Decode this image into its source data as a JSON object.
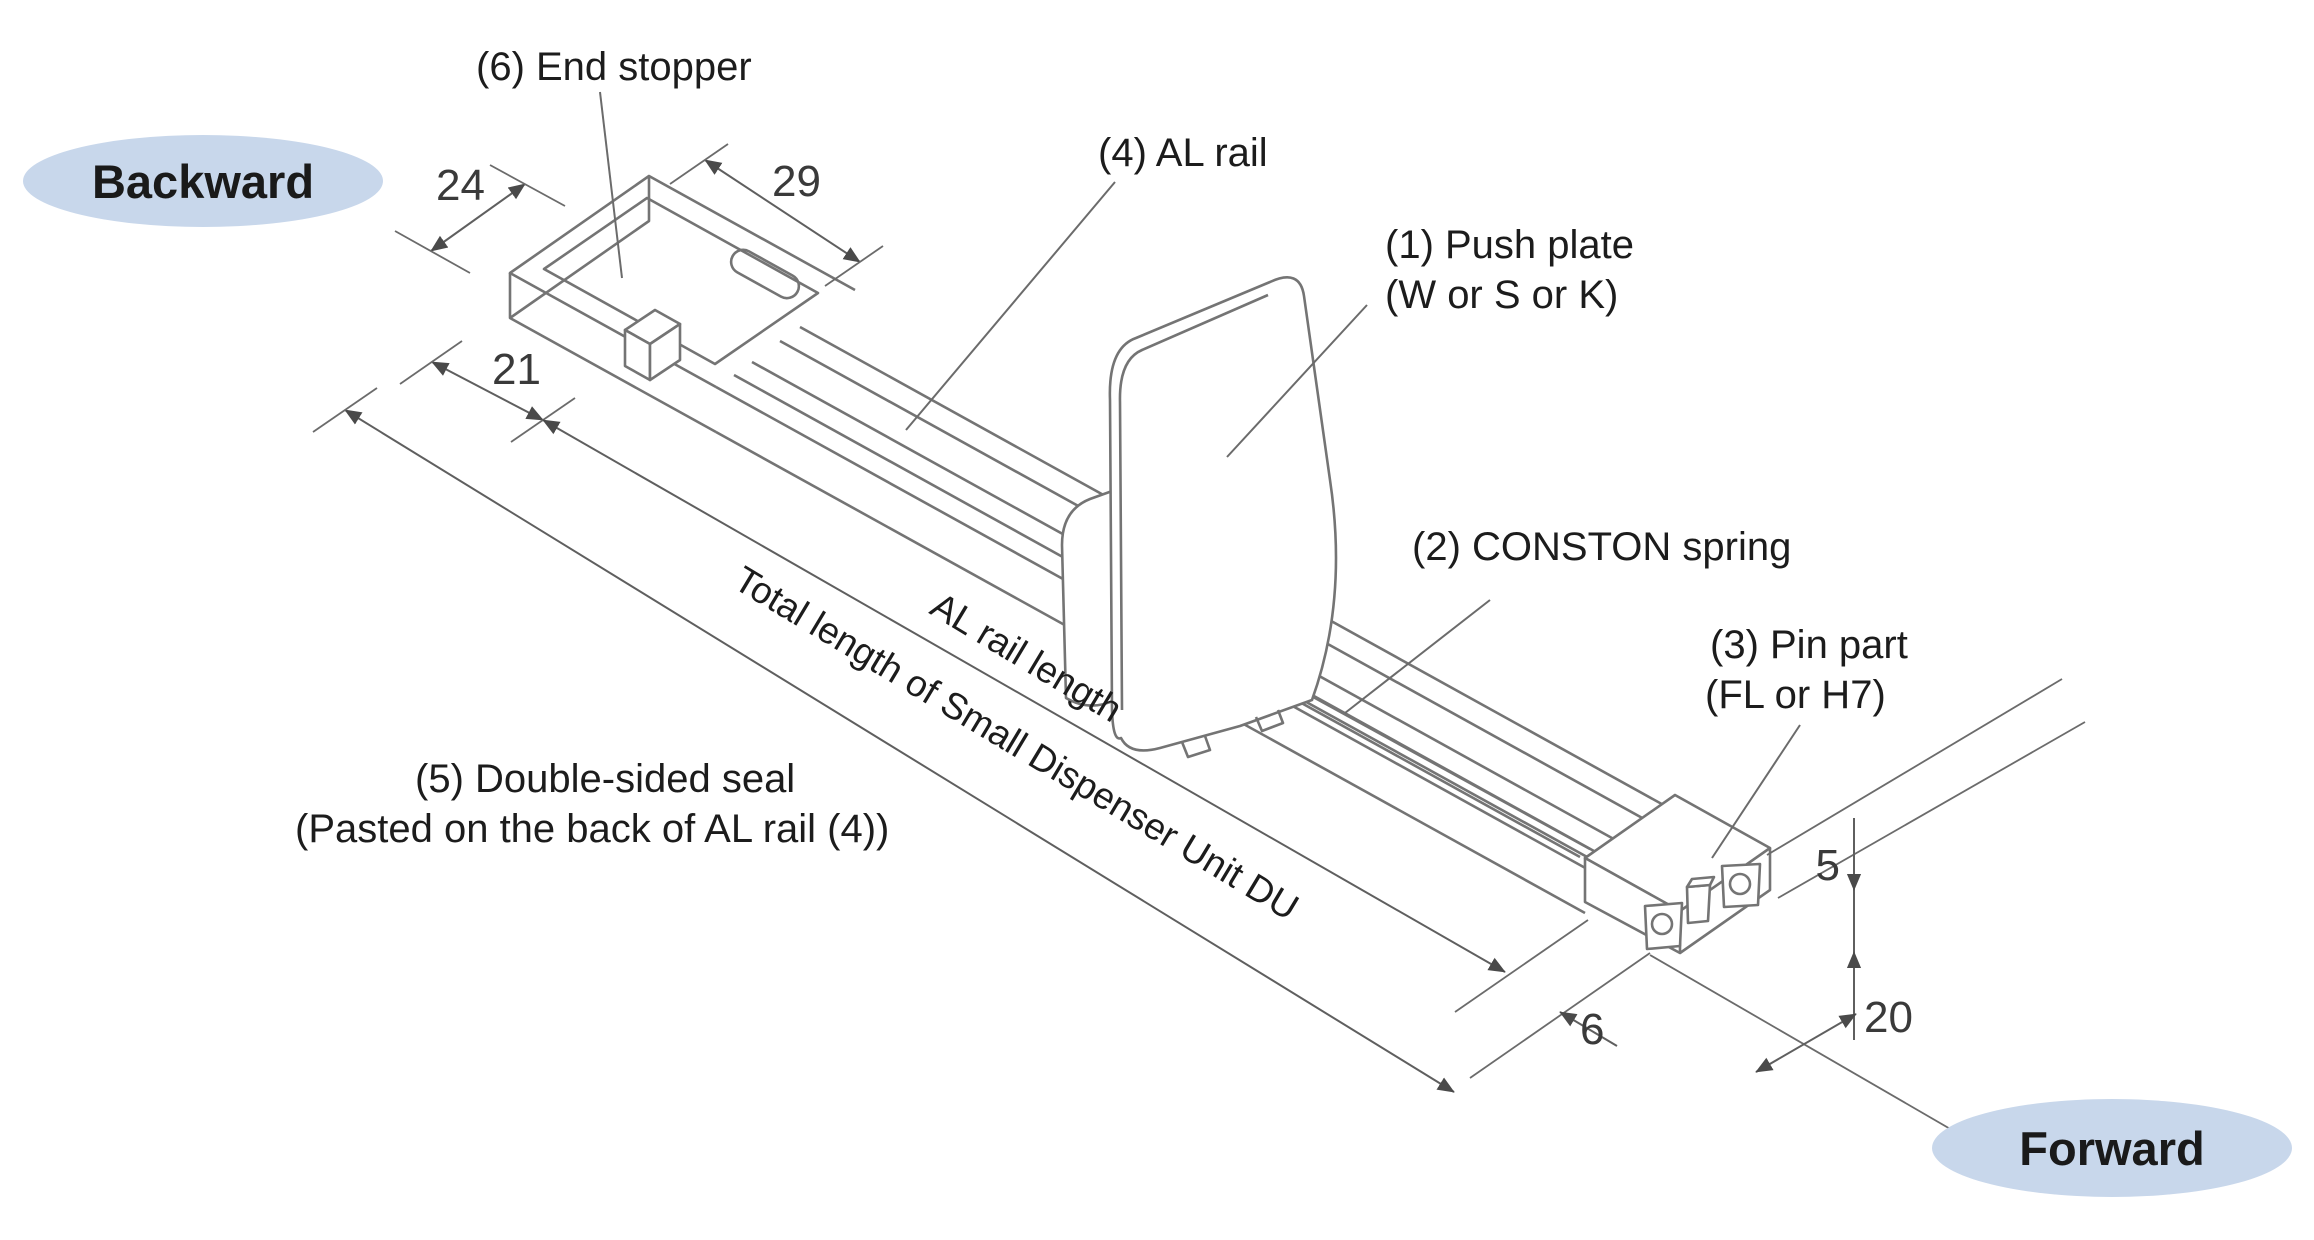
{
  "diagram_type": "isometric-assembly-drawing",
  "bubbles": {
    "backward": "Backward",
    "forward": "Forward"
  },
  "labels": {
    "end_stopper": "(6) End stopper",
    "al_rail": "(4) AL rail",
    "push_plate_line1": "(1) Push plate",
    "push_plate_line2": "(W or S or K)",
    "conston_spring": "(2) CONSTON spring",
    "pin_part_line1": "(3) Pin part",
    "pin_part_line2": "(FL or H7)",
    "seal_line1": "(5) Double-sided seal",
    "seal_line2": "(Pasted on the back of AL rail (4))",
    "al_rail_length": "AL rail length",
    "total_length": "Total length of Small Dispenser Unit DU"
  },
  "dimensions": {
    "back_width": "24",
    "stopper_length": "29",
    "back_offset": "21",
    "pin_length": "6",
    "pin_height_top": "5",
    "pin_height_bottom": "20"
  },
  "colors": {
    "background": "#ffffff",
    "drawing_line": "#747474",
    "dimension_line": "#5f5f5f",
    "text": "#1c1c1c",
    "bubble_fill": "#c8d7eb",
    "bubble_text": "#1a1a1a"
  }
}
